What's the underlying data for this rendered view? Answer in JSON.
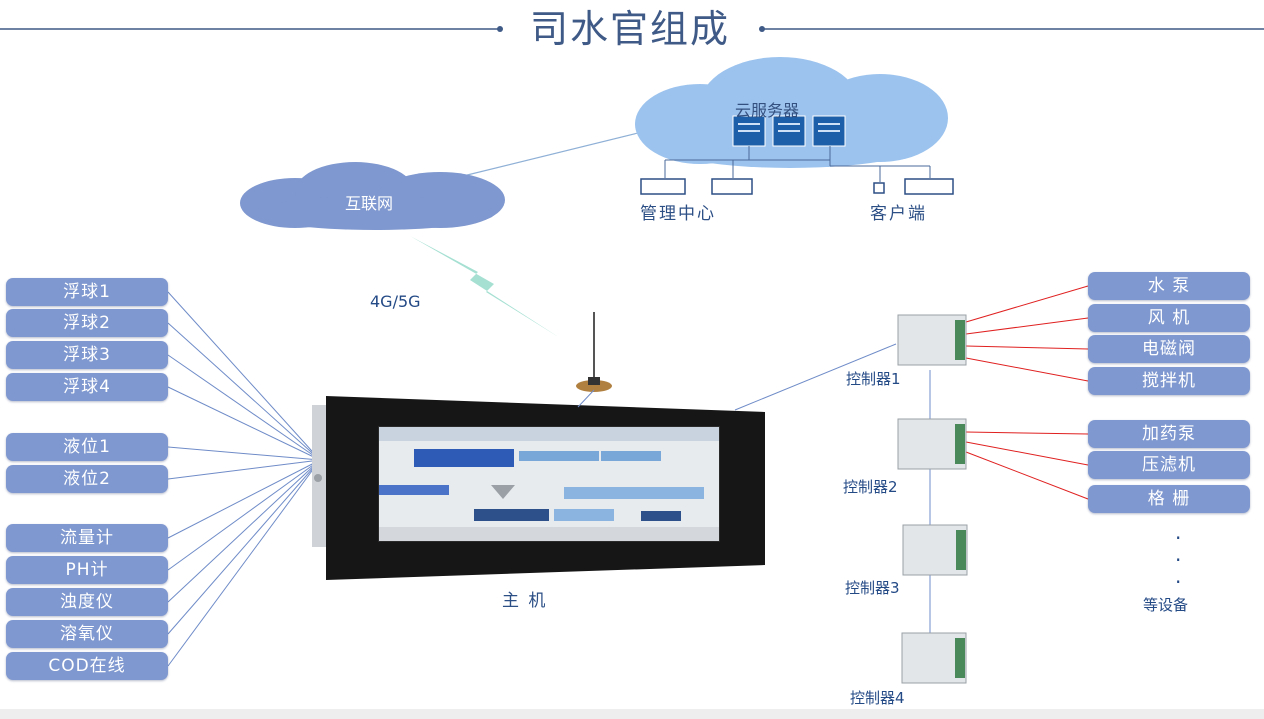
{
  "title": "司水官组成",
  "cloud": {
    "label": "云服务器",
    "management": "管理中心",
    "client": "客户端"
  },
  "internet": "互联网",
  "network": "4G/5G",
  "host": "主  机",
  "sensors": [
    "浮球1",
    "浮球2",
    "浮球3",
    "浮球4",
    "液位1",
    "液位2",
    "流量计",
    "PH计",
    "浊度仪",
    "溶氧仪",
    "COD在线"
  ],
  "controllers": [
    "控制器1",
    "控制器2",
    "控制器3",
    "控制器4"
  ],
  "devices": [
    "水 泵",
    "风 机",
    "电磁阀",
    "搅拌机",
    "加药泵",
    "压滤机",
    "格 栅"
  ],
  "more": {
    "dots": [
      "·",
      "·",
      "·"
    ],
    "label": "等设备"
  },
  "colors": {
    "pill": "#7f98cf",
    "cloud": "#9cc3ee",
    "line_blue": "#6f8cc8",
    "line_red": "#e02020",
    "title": "#3f5a86"
  }
}
